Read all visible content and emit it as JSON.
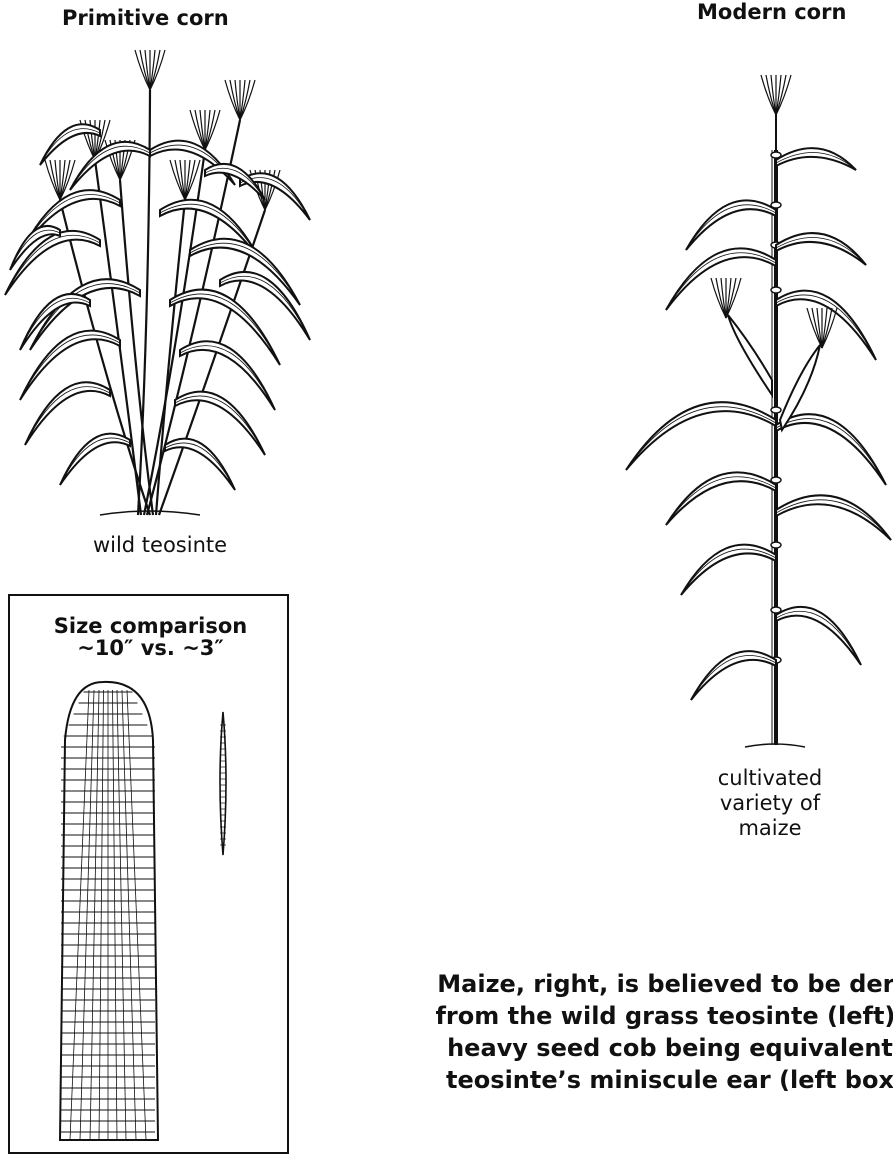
{
  "left_panel": {
    "title": "Primitive corn",
    "caption": "wild teosinte"
  },
  "right_panel": {
    "title": "Modern corn",
    "caption_lines": [
      "cultivated",
      "variety of",
      "maize"
    ]
  },
  "comparison_box": {
    "title_line1": "Size comparison",
    "title_line2": "~10″ vs. ~3″"
  },
  "footer_text_lines": [
    "Maize, right, is believed to be deri",
    "from the wild grass teosinte (left),",
    "heavy seed cob being equivalent",
    "teosinte’s miniscule ear (left box"
  ]
}
